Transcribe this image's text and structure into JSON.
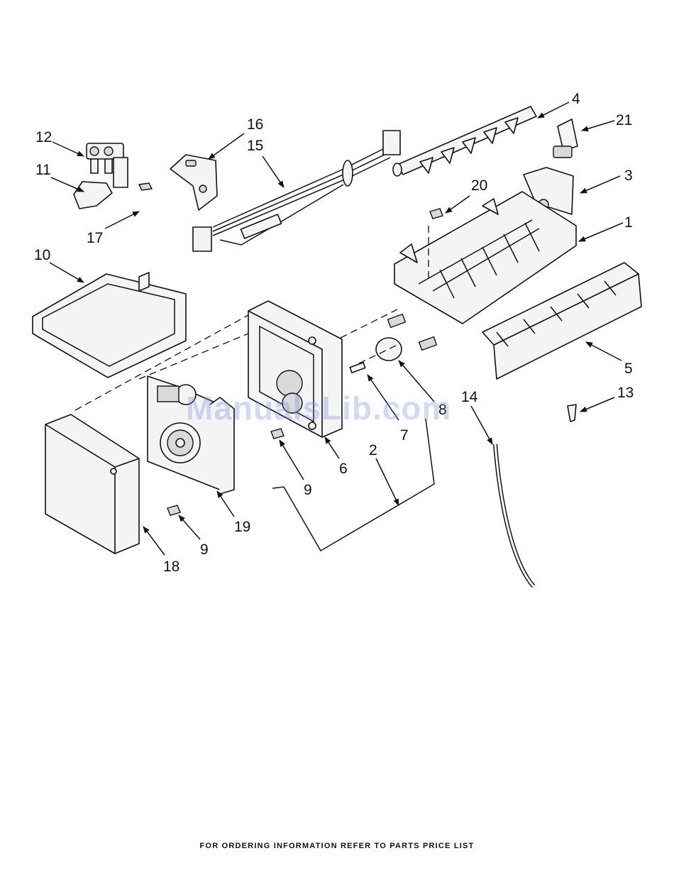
{
  "callouts": [
    "1",
    "2",
    "3",
    "4",
    "5",
    "6",
    "7",
    "8",
    "9",
    "9",
    "10",
    "11",
    "12",
    "13",
    "14",
    "15",
    "16",
    "17",
    "18",
    "19",
    "20",
    "21"
  ],
  "watermark": "ManualsLib.com",
  "footer": "FOR ORDERING INFORMATION REFER TO PARTS PRICE LIST"
}
